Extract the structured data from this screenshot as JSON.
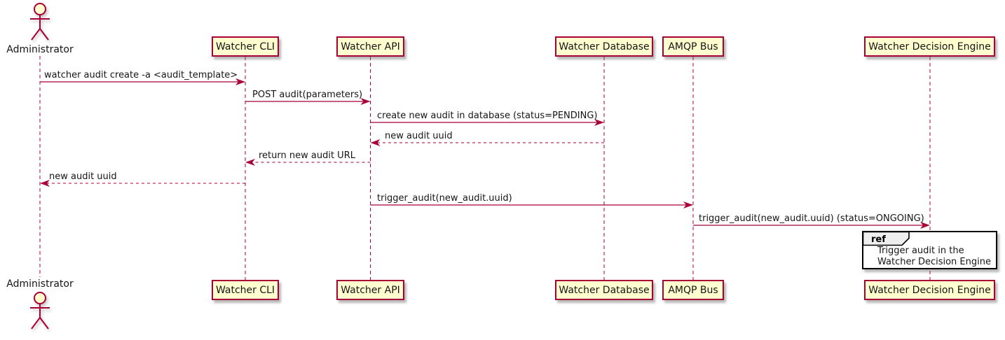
{
  "diagram_type": "sequence",
  "colors": {
    "accent": "#A80036",
    "participant_fill": "#FEFECE",
    "ref_tag_fill": "#EEEEEE",
    "background": "#FFFFFF"
  },
  "actor": {
    "label": "Administrator"
  },
  "participants": [
    {
      "label": "Watcher CLI"
    },
    {
      "label": "Watcher API"
    },
    {
      "label": "Watcher Database"
    },
    {
      "label": "AMQP Bus"
    },
    {
      "label": "Watcher Decision Engine"
    }
  ],
  "messages": [
    {
      "from": "Administrator",
      "to": "Watcher CLI",
      "style": "solid",
      "label": "watcher audit create -a <audit_template>"
    },
    {
      "from": "Watcher CLI",
      "to": "Watcher API",
      "style": "solid",
      "label": "POST audit(parameters)"
    },
    {
      "from": "Watcher API",
      "to": "Watcher Database",
      "style": "solid",
      "label": "create new audit in database (status=PENDING)"
    },
    {
      "from": "Watcher Database",
      "to": "Watcher API",
      "style": "dashed",
      "label": "new audit uuid"
    },
    {
      "from": "Watcher API",
      "to": "Watcher CLI",
      "style": "dashed",
      "label": "return new audit URL"
    },
    {
      "from": "Watcher CLI",
      "to": "Administrator",
      "style": "dashed",
      "label": "new audit uuid"
    },
    {
      "from": "Watcher API",
      "to": "AMQP Bus",
      "style": "solid",
      "label": "trigger_audit(new_audit.uuid)"
    },
    {
      "from": "AMQP Bus",
      "to": "Watcher Decision Engine",
      "style": "solid",
      "label": "trigger_audit(new_audit.uuid) (status=ONGOING)"
    }
  ],
  "ref_fragment": {
    "keyword": "ref",
    "lines": [
      "Trigger audit in the",
      "Watcher Decision Engine"
    ]
  }
}
